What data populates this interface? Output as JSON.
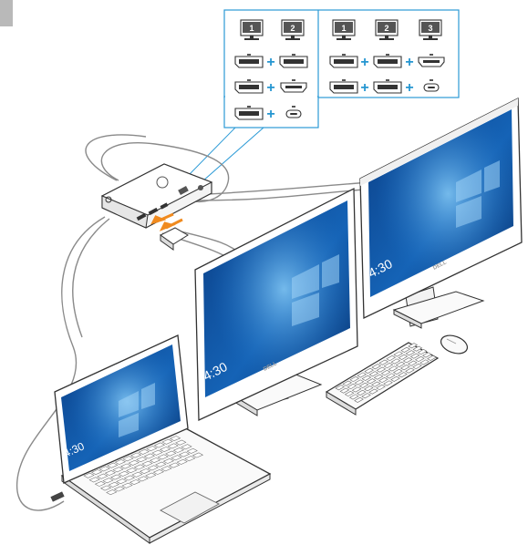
{
  "colors": {
    "accent": "#1d8fd0",
    "panel_border": "#2b9ad6",
    "screen_blue": "#0d4f9c"
  },
  "config_panel": {
    "two_monitor": {
      "monitor_numbers": [
        "1",
        "2"
      ],
      "rows": [
        {
          "left": "displayport-port-icon",
          "right": "displayport-port-icon",
          "joiner": "+"
        },
        {
          "left": "displayport-port-icon",
          "right": "hdmi-port-icon",
          "joiner": "+"
        },
        {
          "left": "displayport-port-icon",
          "right": "usb-c-port-icon",
          "joiner": "+"
        }
      ]
    },
    "three_monitor": {
      "monitor_numbers": [
        "1",
        "2",
        "3"
      ],
      "rows": [
        {
          "ports": [
            "displayport-port-icon",
            "displayport-port-icon",
            "hdmi-port-icon"
          ],
          "joiner": "+"
        },
        {
          "ports": [
            "displayport-port-icon",
            "displayport-port-icon",
            "usb-c-port-icon"
          ],
          "joiner": "+"
        }
      ]
    }
  },
  "screens": {
    "clock_text": "4:30"
  },
  "branding": {
    "monitor_logo": "DELL"
  },
  "devices": {
    "laptop": "laptop-icon",
    "docking_station": "dock-icon",
    "monitor_left": "monitor-icon",
    "monitor_right": "monitor-icon",
    "keyboard": "keyboard-icon",
    "mouse": "mouse-icon"
  }
}
